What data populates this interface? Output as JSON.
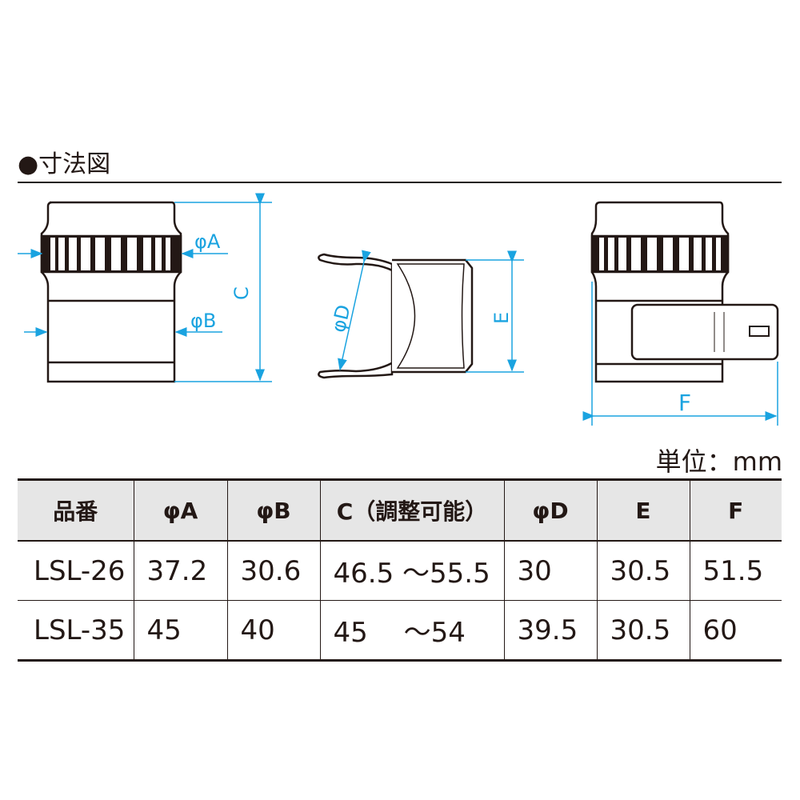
{
  "title": "●寸法図",
  "unit": "単位：mm",
  "labels": {
    "phiA": "φA",
    "phiB": "φB",
    "C": "C",
    "phiD": "φD",
    "E": "E",
    "F": "F"
  },
  "colors": {
    "dimension": "#1aa3e0",
    "line": "#231815",
    "header_bg": "#e6e6e6"
  },
  "table": {
    "headers": [
      "品番",
      "φA",
      "φB",
      "C（調整可能）",
      "φD",
      "E",
      "F"
    ],
    "rows": [
      [
        "LSL-26",
        "37.2",
        "30.6",
        "46.5 ～55.5",
        "30",
        "30.5",
        "51.5"
      ],
      [
        "LSL-35",
        "45",
        "40",
        "45　 ～54",
        "39.5",
        "30.5",
        "60"
      ]
    ]
  }
}
